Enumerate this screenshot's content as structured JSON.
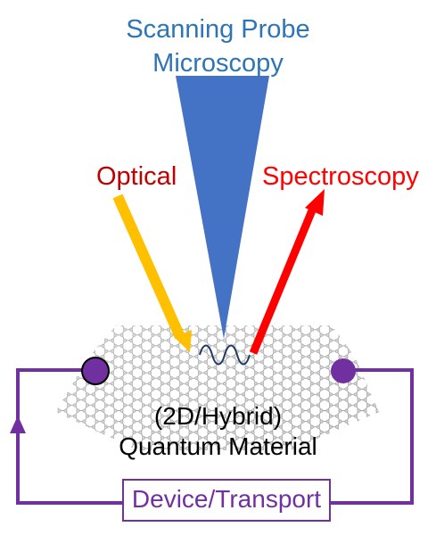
{
  "probe": {
    "line1": "Scanning Probe",
    "line2": "Microscopy",
    "color": "#2E75B6"
  },
  "optical": {
    "label": "Optical",
    "color": "#C00000",
    "arrow_color": "#FFC000"
  },
  "spectroscopy": {
    "label": "Spectroscopy",
    "color": "#C00000",
    "arrow_color": "#FF0000"
  },
  "material": {
    "line1": "(2D/Hybrid)",
    "line2": "Quantum Material"
  },
  "device": {
    "label": "Device/Transport",
    "color": "#7030A0"
  },
  "tip_color": "#4472C4"
}
